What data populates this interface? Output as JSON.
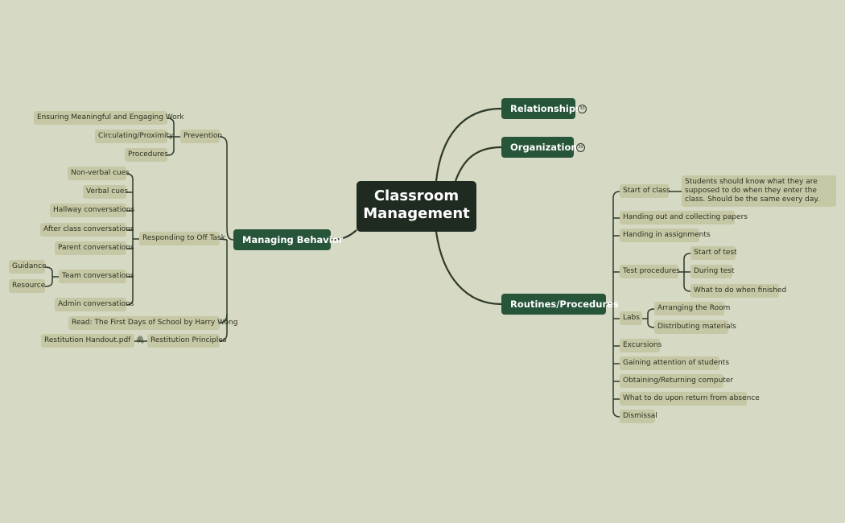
{
  "central": {
    "line1": "Classroom",
    "line2": "Management"
  },
  "relationships": {
    "label": "Relationships",
    "count": "33"
  },
  "organization": {
    "label": "Organization",
    "count": "30"
  },
  "managing": {
    "label": "Managing Behavior",
    "prevention": {
      "label": "Prevention",
      "items": [
        "Ensuring Meaningful and Engaging Work",
        "Circulating/Proximity",
        "Procedures"
      ]
    },
    "offtask": {
      "label": "Responding to Off Task",
      "items": [
        "Non-verbal cues",
        "Verbal cues",
        "Hallway conversations",
        "After class conversations",
        "Parent conversations",
        "Team conversations",
        "Admin conversations"
      ],
      "team_items": [
        "Guidance",
        "Resource"
      ]
    },
    "reading": "Read: The First Days of School by Harry Wong",
    "restitution": {
      "label": "Restitution Principles",
      "handout": "Restitution Handout.pdf",
      "attach_icon": "paperclip-icon"
    }
  },
  "routines": {
    "label": "Routines/Procedures",
    "start_of_class": "Start of class",
    "start_desc": "Students should know what they are supposed to do when they enter the class. Should be the same every day.",
    "handing_out": "Handing out and collecting papers",
    "handing_in": "Handing in assignments",
    "test_procedures": "Test procedures",
    "test_items": [
      "Start of test",
      "During test",
      "What to do when finished"
    ],
    "labs": "Labs",
    "lab_items": [
      "Arranging the Room",
      "Distributing materials"
    ],
    "others": [
      "Excursions",
      "Gaining attention of students",
      "Obtaining/Returning computer",
      "What to do upon return from absence",
      "Dismissal"
    ]
  },
  "colors": {
    "background": "#d6d9c4",
    "main": "#27553a",
    "central": "#1f2a20",
    "leaf": "#c6c8a5",
    "line": "#2d3a2a"
  }
}
